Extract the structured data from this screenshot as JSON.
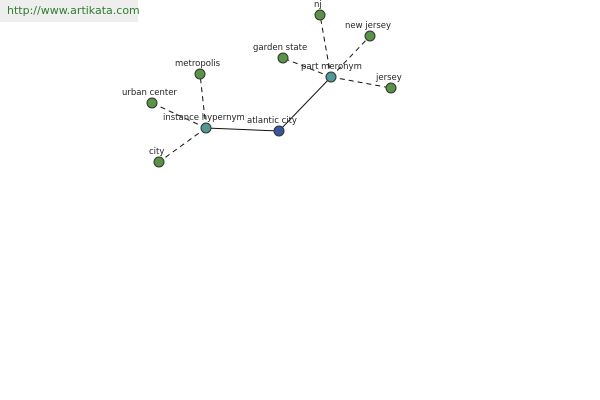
{
  "source_link": {
    "text": "http://www.artikata.com"
  },
  "graph": {
    "center": {
      "label": "atlantic city",
      "color": "#3a55a0"
    },
    "relations": [
      {
        "label": "instance hypernym",
        "color": "#4f9a98"
      },
      {
        "label": "part meronym",
        "color": "#4f9a98"
      }
    ],
    "terms": [
      {
        "label": "metropolis",
        "relation": "instance hypernym",
        "color": "#5a9248"
      },
      {
        "label": "urban center",
        "relation": "instance hypernym",
        "color": "#5a9248"
      },
      {
        "label": "city",
        "relation": "instance hypernym",
        "color": "#5a9248"
      },
      {
        "label": "nj",
        "relation": "part meronym",
        "color": "#5a9248"
      },
      {
        "label": "new jersey",
        "relation": "part meronym",
        "color": "#5a9248"
      },
      {
        "label": "garden state",
        "relation": "part meronym",
        "color": "#5a9248"
      },
      {
        "label": "jersey",
        "relation": "part meronym",
        "color": "#5a9248"
      }
    ]
  }
}
